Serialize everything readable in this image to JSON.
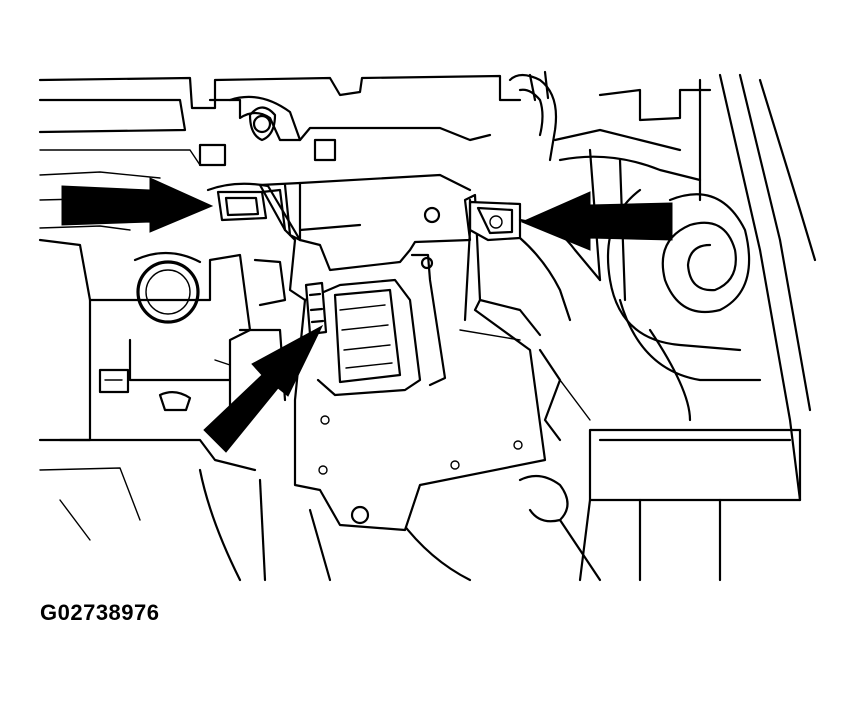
{
  "figure": {
    "id_label": "G02738976",
    "arrow_icon": "callout-arrow",
    "callout_count": 3
  },
  "colors": {
    "line": "#000000",
    "background": "#ffffff"
  }
}
